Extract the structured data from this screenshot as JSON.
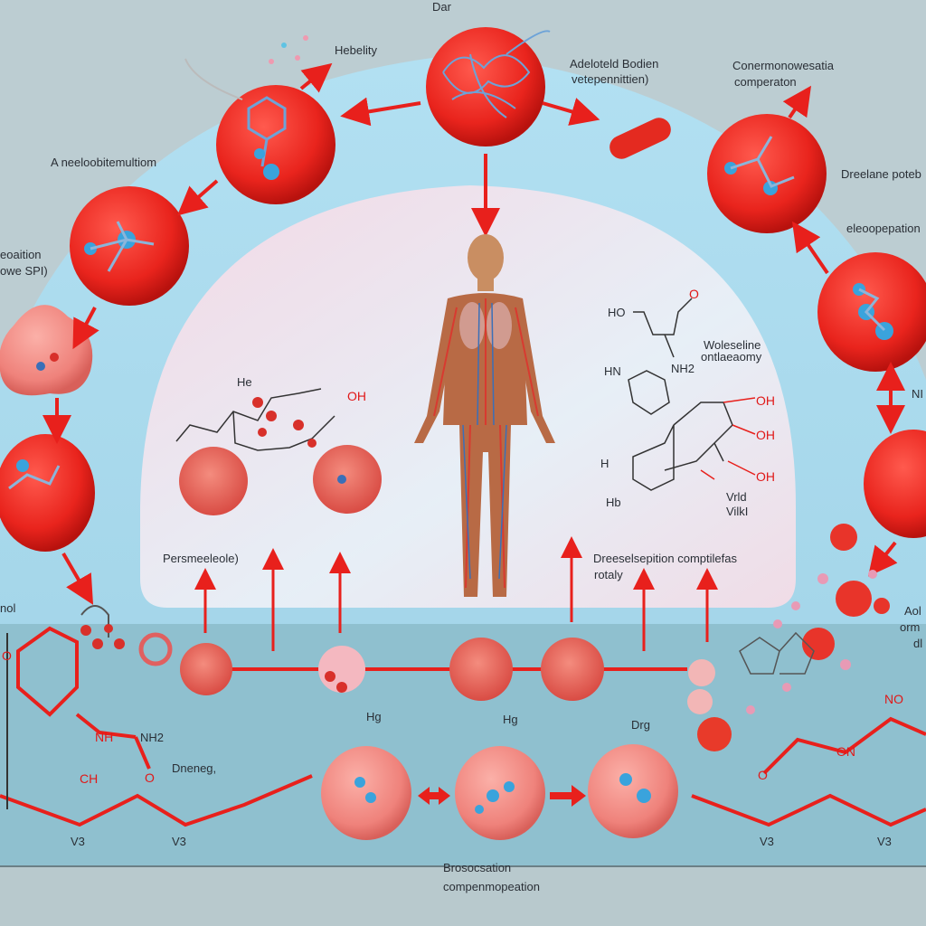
{
  "title": "Dar",
  "labels": {
    "hebelity": "Hebelity",
    "top_right_1": "Adeloteld Bodien",
    "top_right_2": "vetepennittien)",
    "far_right_1": "Conermonowesatia",
    "far_right_2": "comperaton",
    "left_upper": "A neeloobitemultiom",
    "right_upper": "Dreelane poteb",
    "right_mid": "eleoopepation",
    "left_mid_1": "eoaition",
    "left_mid_2": "owe SPI)",
    "inner_left": "Persmeeleole)",
    "inner_right_1": "Dreeselsepition comptilefas",
    "inner_right_2": "rotaly",
    "annot_1": "Woleseline",
    "annot_2": "ontlaeaomy",
    "hg_1": "Hg",
    "hg_2": "Hg",
    "drg": "Drg",
    "dneneg": "Dneneg,",
    "bottom_1": "Brosocsation",
    "bottom_2": "compenmopeation",
    "left_low": "nol",
    "right_low_1": "Aol",
    "right_low_2": "orm",
    "right_low_3": "dl",
    "right_edge": "NI"
  },
  "chem": {
    "ho_top": "HO",
    "o_top": "O",
    "nh2": "NH2",
    "hp_ring": "HN",
    "h_left": "H",
    "hb": "Hb",
    "oh_1": "OH",
    "oh_2": "OH",
    "oh_3": "OH",
    "vrld_1": "Vrld",
    "vrld_2": "VilkI",
    "he": "He",
    "oh_small": "OH",
    "nh_left": "NH",
    "nh2_left": "NH2",
    "ch_left": "CH",
    "o_left": "O",
    "o_left_top": "O",
    "no_right": "NO",
    "o_right": "O",
    "on_right": "ON",
    "v3_1": "V3",
    "v3_2": "V3",
    "v3_3": "V3",
    "v3_4": "V3"
  },
  "colors": {
    "accent_red": "#e8201c",
    "cell_pink": "#f08a84",
    "outer_band": "#a9dbef",
    "inner_dome": "#f3dbe6",
    "molecule_blue": "#3aa3dc"
  }
}
